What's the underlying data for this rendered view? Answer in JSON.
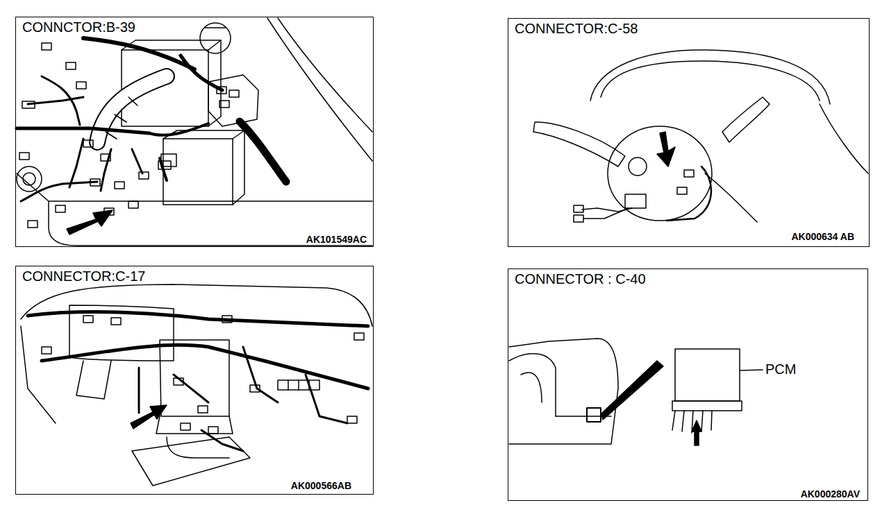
{
  "diagram": {
    "nodes": [
      {
        "text": [
          "CONNCTOR:B-39",
          "AK101549AC"
        ]
      },
      {
        "text": [
          "CONNECTOR:C-58",
          "AK000634 AB"
        ]
      },
      {
        "text": [
          "CONNECTOR:C-17",
          "AK000566AB"
        ]
      },
      {
        "text": [
          "CONNECTOR : C-40",
          "AK000280AV"
        ]
      }
    ],
    "labels": [
      "PCM"
    ]
  }
}
